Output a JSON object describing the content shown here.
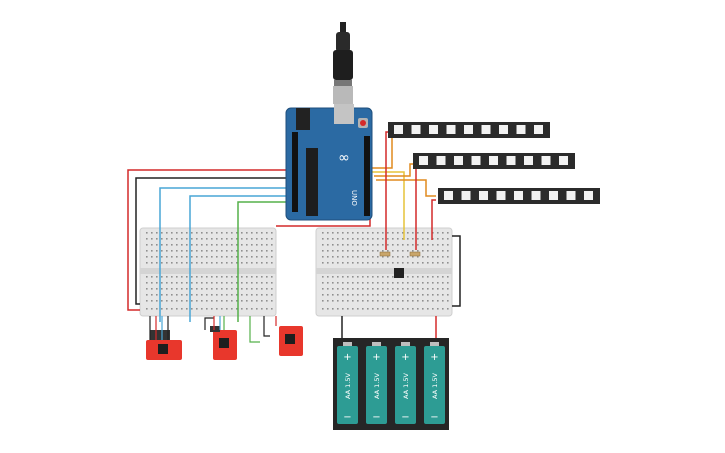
{
  "arduino": {
    "model_label": "UNO",
    "logo_label": "∞"
  },
  "led_strips": [
    {
      "pixel_count": 9
    },
    {
      "pixel_count": 9
    },
    {
      "pixel_count": 9
    }
  ],
  "batteries": [
    {
      "plus": "+",
      "minus": "−",
      "label": "AA 1.5V"
    },
    {
      "plus": "+",
      "minus": "−",
      "label": "AA 1.5V"
    },
    {
      "plus": "+",
      "minus": "−",
      "label": "AA 1.5V"
    },
    {
      "plus": "+",
      "minus": "−",
      "label": "AA 1.5V"
    }
  ],
  "sensor_modules": [
    {
      "id": 1
    },
    {
      "id": 2
    },
    {
      "id": 3
    }
  ],
  "colors": {
    "arduino_board": "#2b6aa3",
    "breadboard": "#e6e6e6",
    "led_strip": "#2b2b2b",
    "sensor_module": "#e8372c",
    "battery_body": "#2d9c94",
    "battery_case": "#262626",
    "wire_red": "#d42a2a",
    "wire_black": "#222222",
    "wire_blue": "#49a6d6",
    "wire_green": "#55b04a",
    "wire_orange": "#e08a1f",
    "wire_yellow": "#e5c43a"
  }
}
